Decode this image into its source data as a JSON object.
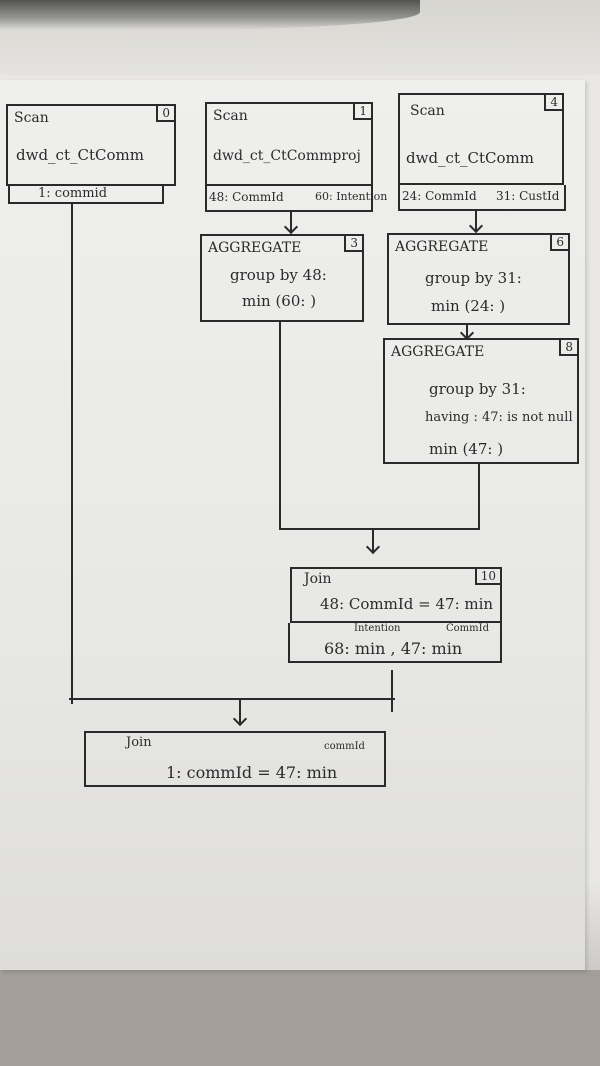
{
  "diagram": {
    "type": "query-plan",
    "medium": "hand-drawn on paper",
    "nodes": [
      {
        "id": "0",
        "op": "Scan",
        "table": "dwd_ct_CtComm",
        "outputs": "1: commid"
      },
      {
        "id": "1",
        "op": "Scan",
        "table": "dwd_ct_CtCommproj",
        "outputs_left": "48: CommId",
        "outputs_right": "60: Intention"
      },
      {
        "id": "4",
        "op": "Scan",
        "table": "dwd_ct_CtComm",
        "outputs_left": "24: CommId",
        "outputs_right": "31: CustId"
      },
      {
        "id": "3",
        "op": "AGGREGATE",
        "line1": "group by 48:",
        "line2": "min (60: )"
      },
      {
        "id": "6",
        "op": "AGGREGATE",
        "line1": "group by 31:",
        "line2": "min (24: )"
      },
      {
        "id": "8",
        "op": "AGGREGATE",
        "line1": "group by 31:",
        "line2": "having : 47: is not null",
        "line3": "min (47: )"
      },
      {
        "id": "10",
        "op": "Join",
        "condition": "48: CommId = 47: min",
        "out_label_left": "Intention",
        "out_label_right": "CommId",
        "outputs": "68: min , 47: min"
      },
      {
        "id": "",
        "op": "Join",
        "condition": "1: commId = 47: min",
        "annotation": "commId"
      }
    ],
    "edges": [
      {
        "from": "1",
        "to": "3"
      },
      {
        "from": "4",
        "to": "6"
      },
      {
        "from": "6",
        "to": "8"
      },
      {
        "from": "3",
        "to": "10"
      },
      {
        "from": "8",
        "to": "10"
      },
      {
        "from": "0",
        "to": "final-join"
      },
      {
        "from": "10",
        "to": "final-join"
      }
    ]
  }
}
